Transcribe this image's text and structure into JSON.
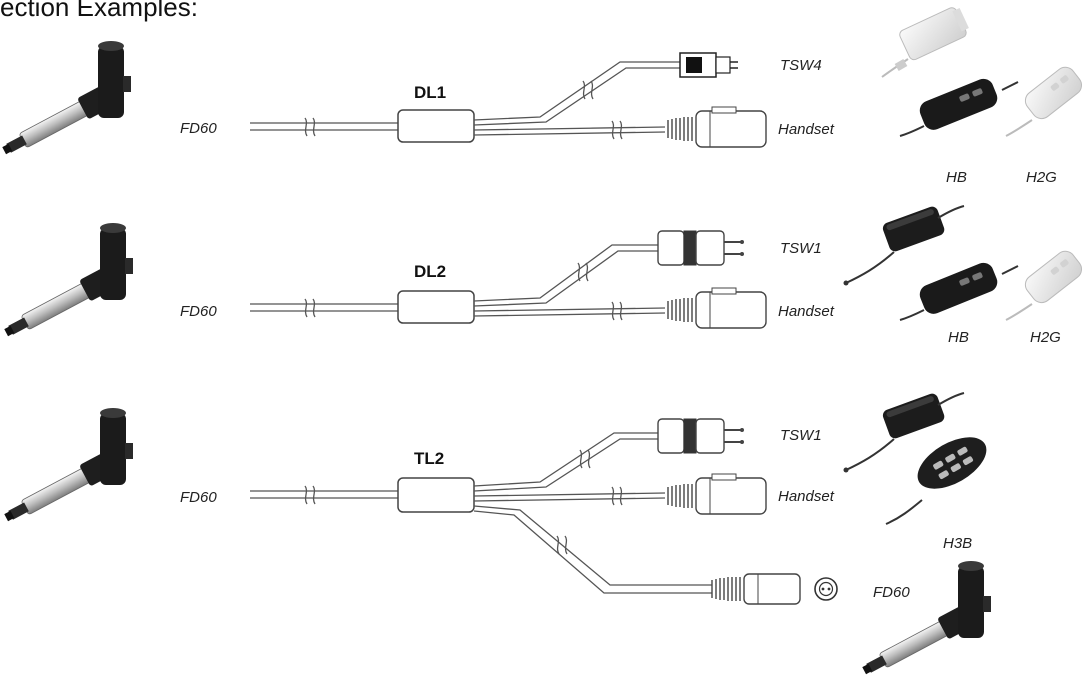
{
  "title": "ection Examples:",
  "rows": [
    {
      "code": "DL1",
      "actuator": "FD60",
      "upper": "TSW4",
      "lower": "Handset",
      "products": [
        "HB",
        "H2G"
      ]
    },
    {
      "code": "DL2",
      "actuator": "FD60",
      "upper": "TSW1",
      "lower": "Handset",
      "products": [
        "HB",
        "H2G"
      ]
    },
    {
      "code": "TL2",
      "actuator": "FD60",
      "upper": "TSW1",
      "lower": "Handset",
      "extra": "FD60",
      "products": [
        "H3B"
      ]
    }
  ],
  "colors": {
    "cable": "#555555",
    "actuator_dark": "#1e1e1e",
    "actuator_metal": "#c9c9c9",
    "device_light": "#e6e6e6"
  },
  "icons": [
    "actuator-icon",
    "plug-icon",
    "socket-icon",
    "power-supply-icon",
    "handset-icon"
  ]
}
